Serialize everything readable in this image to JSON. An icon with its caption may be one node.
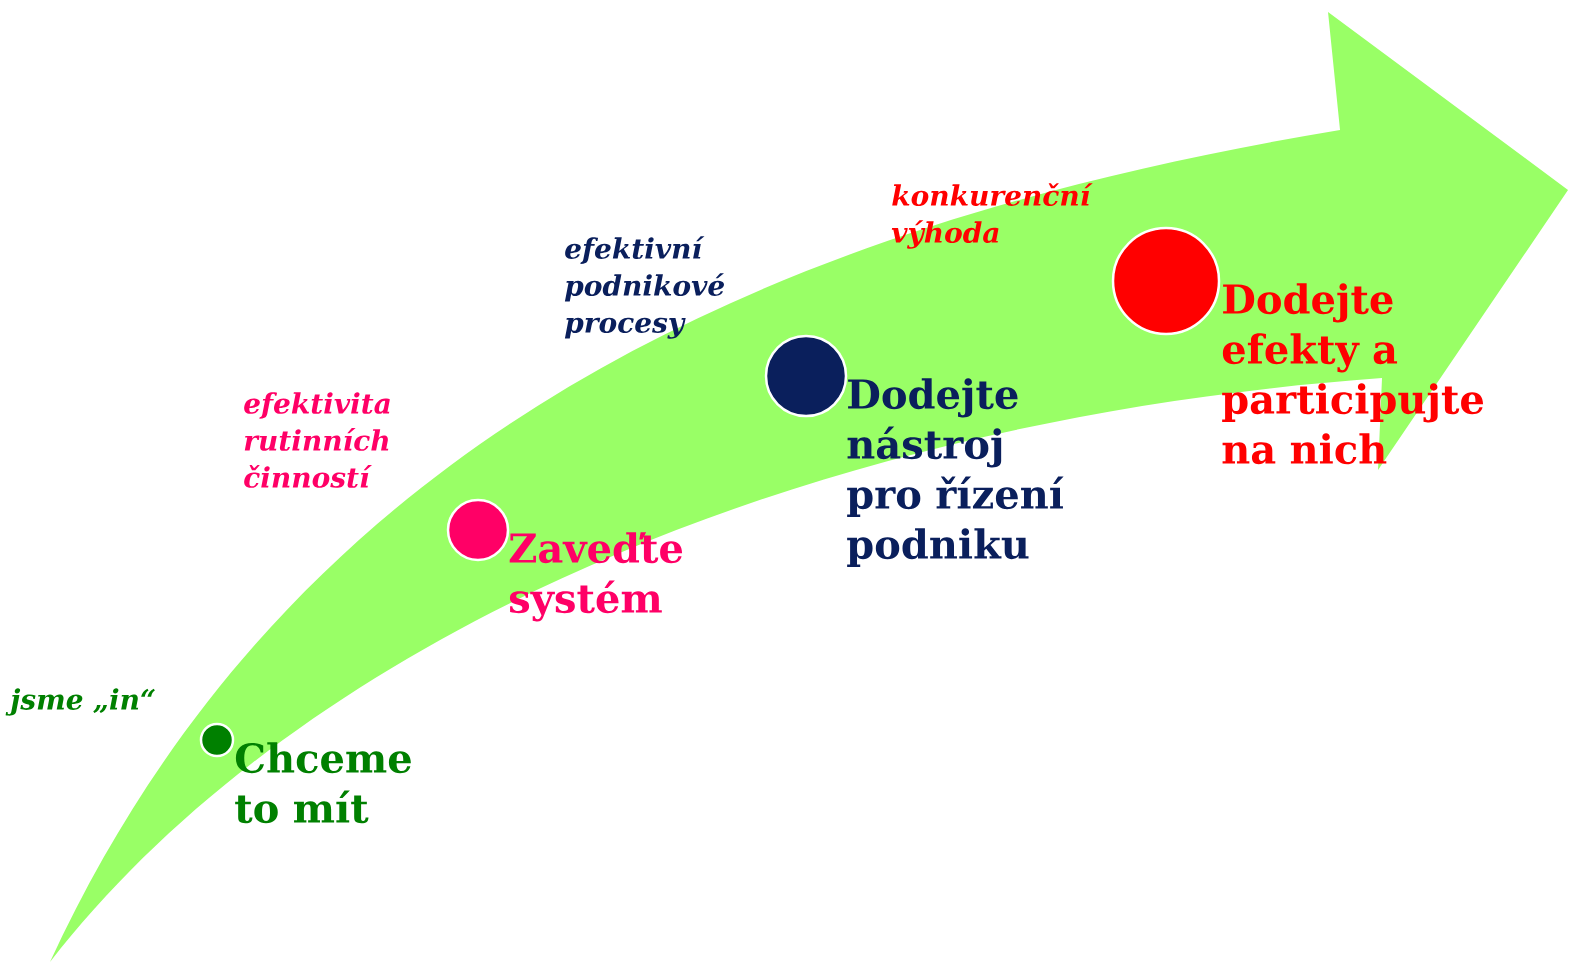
{
  "diagram": {
    "nodes": [
      {
        "text": [
          "Chceme to mít"
        ],
        "beside": [
          "jsme „in“"
        ]
      },
      {
        "text": [
          "Zaveďte systém"
        ],
        "beside": [
          "efektivita rutinních činností"
        ]
      },
      {
        "text": [
          "Dodejte nástroj pro řízení podniku"
        ],
        "beside": [
          "efektivní podnikové procesy"
        ]
      },
      {
        "text": [
          "Dodejte efekty a participujte na nich"
        ],
        "beside": [
          "konkurenční výhoda"
        ]
      }
    ]
  }
}
